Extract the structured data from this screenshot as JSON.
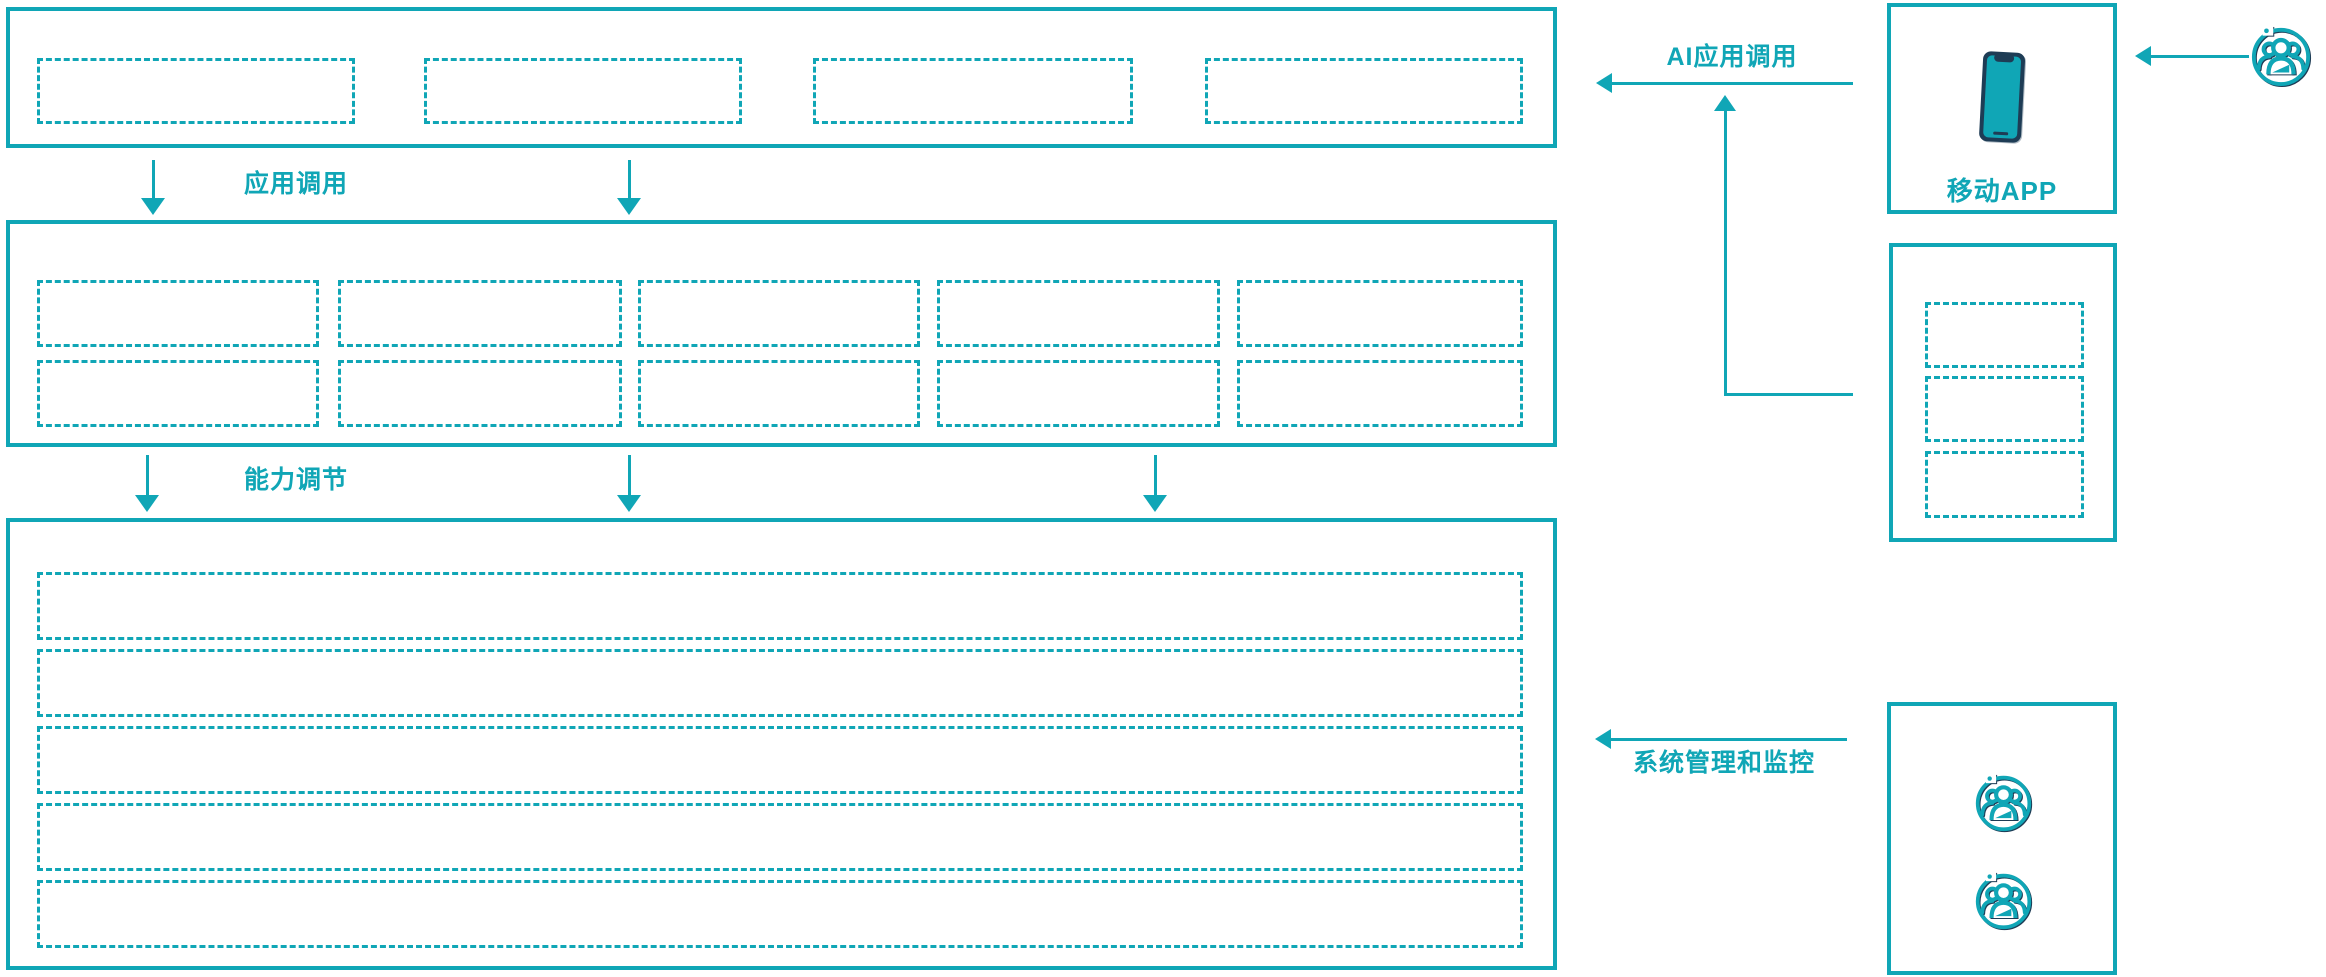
{
  "palette": {
    "teal": "#10a6b6",
    "navy": "#1e3c55"
  },
  "labels": {
    "app_call": "应用调用",
    "capability": "能力调节",
    "ai_app_call": "AI应用调用",
    "mobile_app": "移动APP",
    "system_monitor": "系统管理和监控"
  },
  "structure": {
    "top_layer_slots": 4,
    "middle_layer_rows": 2,
    "middle_layer_cols": 5,
    "bottom_layer_rows": 5,
    "right_middle_slots": 3,
    "admin_user_icons": 2
  }
}
